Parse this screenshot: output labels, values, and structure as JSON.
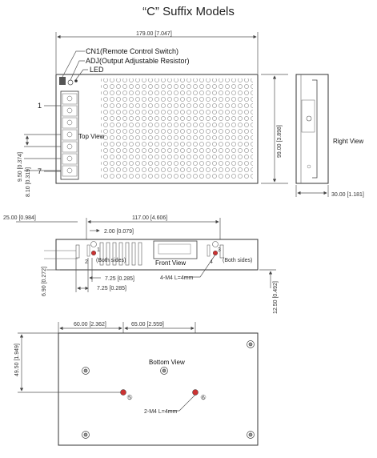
{
  "title": "“C” Suffix Models",
  "callouts": {
    "cn1": "CN1(Remote Control Switch)",
    "adj": "ADJ(Output Adjustable Resistor)",
    "led": "LED"
  },
  "views": {
    "top": "Top View",
    "right": "Right View",
    "front": "Front View",
    "bottom": "Bottom View"
  },
  "pins": {
    "first": "1",
    "last": "7"
  },
  "dimensions": {
    "length_top": "179.00 [7.047]",
    "height_right": "99.00 [3.898]",
    "depth_right": "30.00 [1.181]",
    "pitch": "9.50 [0.374]",
    "offset_term": "8.10 [0.319]",
    "front_left": "25.00 [0.984]",
    "front_span": "117.00 [4.606]",
    "front_small": "2.00 [0.079]",
    "front_725a": "7.25 [0.285]",
    "front_725b": "7.25 [0.285]",
    "front_690": "6.90 [0.272]",
    "front_1250": "12.50 [0.492]",
    "bottom_60": "60.00 [2.362]",
    "bottom_65": "65.00 [2.559]",
    "bottom_4950": "49.50 [1.949]"
  },
  "notes": {
    "both_sides_left": "(Both sides)",
    "both_sides_right": "(Both sides)",
    "screw_front": "4-M4  L=4mm",
    "screw_bottom": "2-M4  L=4mm",
    "hole1": "1",
    "hole2": "2",
    "hole3": "3",
    "hole4": "4",
    "hole5": "5",
    "hole6": "6"
  }
}
